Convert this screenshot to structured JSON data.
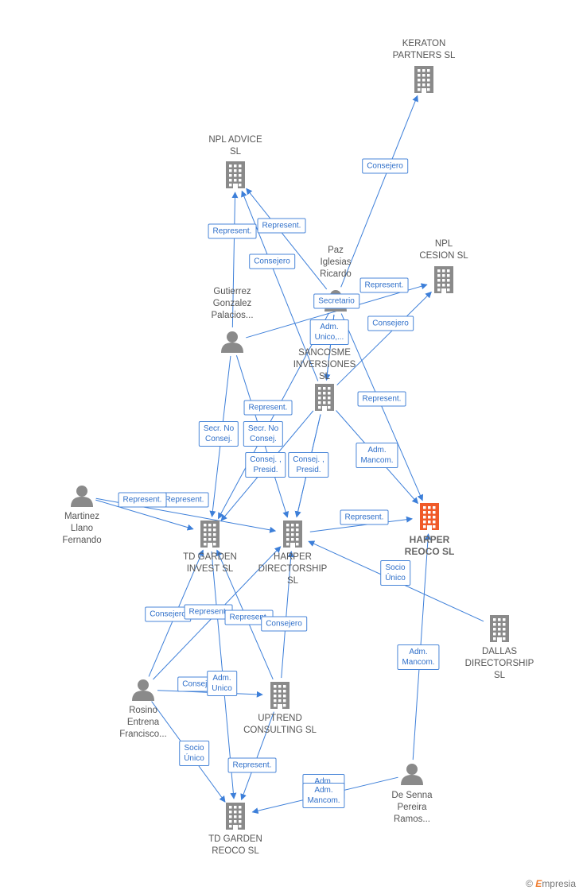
{
  "nodes": [
    {
      "id": "keraton",
      "type": "company",
      "label": "KERATON\nPARTNERS  SL"
    },
    {
      "id": "npl_advice",
      "type": "company",
      "label": "NPL ADVICE\nSL"
    },
    {
      "id": "npl_cesion",
      "type": "company",
      "label": "NPL\nCESION  SL"
    },
    {
      "id": "sancosme",
      "type": "company",
      "label": "SANCOSME\nINVERSIONES\nSL"
    },
    {
      "id": "harper_reoco",
      "type": "company",
      "label": "HARPER\nREOCO  SL",
      "highlight": true
    },
    {
      "id": "td_garden_invest",
      "type": "company",
      "label": "TD GARDEN\nINVEST  SL"
    },
    {
      "id": "harper_directorship",
      "type": "company",
      "label": "HARPER\nDIRECTORSHIP\nSL"
    },
    {
      "id": "dallas",
      "type": "company",
      "label": "DALLAS\nDIRECTORSHIP\nSL"
    },
    {
      "id": "uptrend",
      "type": "company",
      "label": "UPTREND\nCONSULTING SL"
    },
    {
      "id": "td_garden_reoco",
      "type": "company",
      "label": "TD GARDEN\nREOCO  SL"
    },
    {
      "id": "paz",
      "type": "person",
      "label": "Paz\nIglesias\nRicardo"
    },
    {
      "id": "gutierrez",
      "type": "person",
      "label": "Gutierrez\nGonzalez\nPalacios..."
    },
    {
      "id": "martinez",
      "type": "person",
      "label": "Martinez\nLlano\nFernando"
    },
    {
      "id": "rosino",
      "type": "person",
      "label": "Rosino\nEntrena\nFrancisco..."
    },
    {
      "id": "desenna",
      "type": "person",
      "label": "De Senna\nPereira\nRamos..."
    }
  ],
  "edges": [
    {
      "from": "paz",
      "to": "keraton",
      "label": "Consejero"
    },
    {
      "from": "gutierrez",
      "to": "npl_advice",
      "label": "Represent."
    },
    {
      "from": "paz",
      "to": "npl_advice",
      "label": "Represent."
    },
    {
      "from": "sancosme",
      "to": "npl_advice",
      "label": "Consejero"
    },
    {
      "from": "gutierrez",
      "to": "npl_cesion",
      "label": "Represent."
    },
    {
      "from": "paz",
      "to": "sancosme",
      "label": "Secretario"
    },
    {
      "from": "paz",
      "to": "sancosme",
      "label": "Adm.\nUnico,..."
    },
    {
      "from": "sancosme",
      "to": "npl_cesion",
      "label": "Consejero"
    },
    {
      "from": "paz",
      "to": "harper_reoco",
      "label": "Represent."
    },
    {
      "from": "sancosme",
      "to": "harper_reoco",
      "label": "Adm.\nMancom."
    },
    {
      "from": "paz",
      "to": "td_garden_invest",
      "label": "Represent."
    },
    {
      "from": "sancosme",
      "to": "harper_directorship",
      "label": "Represent."
    },
    {
      "from": "gutierrez",
      "to": "td_garden_invest",
      "label": "Secr.  No\nConsej."
    },
    {
      "from": "gutierrez",
      "to": "harper_directorship",
      "label": "Secr.  No\nConsej."
    },
    {
      "from": "sancosme",
      "to": "td_garden_invest",
      "label": "Consej. ,\nPresid."
    },
    {
      "from": "sancosme",
      "to": "harper_directorship",
      "label": "Consej. ,\nPresid."
    },
    {
      "from": "martinez",
      "to": "td_garden_invest",
      "label": "Represent."
    },
    {
      "from": "martinez",
      "to": "harper_directorship",
      "label": "Represent."
    },
    {
      "from": "harper_directorship",
      "to": "harper_reoco",
      "label": "Socio\nÚnico"
    },
    {
      "from": "dallas",
      "to": "harper_directorship",
      "label": "Consejero"
    },
    {
      "from": "rosino",
      "to": "td_garden_invest",
      "label": "Represent."
    },
    {
      "from": "rosino",
      "to": "harper_directorship",
      "label": "Represent."
    },
    {
      "from": "uptrend",
      "to": "td_garden_invest",
      "label": "Consejero"
    },
    {
      "from": "uptrend",
      "to": "harper_directorship",
      "label": "Consejero"
    },
    {
      "from": "rosino",
      "to": "uptrend",
      "label": "Adm.\nUnico"
    },
    {
      "from": "td_garden_invest",
      "to": "td_garden_reoco",
      "label": "Socio\nÚnico"
    },
    {
      "from": "desenna",
      "to": "harper_reoco",
      "label": "Adm.\nMancom."
    },
    {
      "from": "rosino",
      "to": "td_garden_reoco",
      "label": "Represent."
    },
    {
      "from": "uptrend",
      "to": "td_garden_reoco",
      "label": "Adm.\nMancom."
    },
    {
      "from": "desenna",
      "to": "td_garden_reoco",
      "label": "Adm.\nMancom."
    }
  ],
  "colors": {
    "edge": "#3d7fd9",
    "icon": "#8a8a8a",
    "highlight": "#f05a28",
    "label_border": "#4a86d8"
  },
  "footer": {
    "copyright": "©",
    "brand_initial": "E",
    "brand_rest": "mpresia"
  }
}
